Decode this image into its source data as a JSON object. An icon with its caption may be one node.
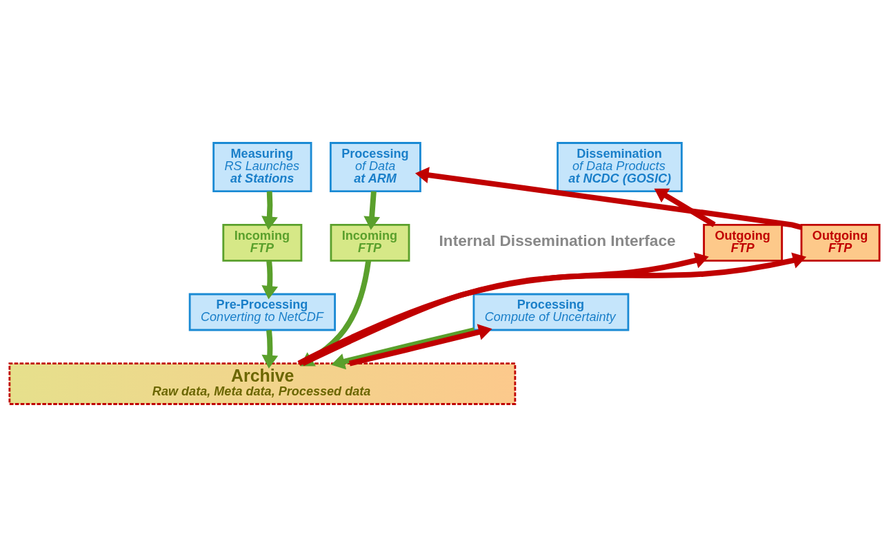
{
  "diagram": {
    "nodes": [
      {
        "text": [
          "Measuring",
          "RS Launches",
          "at Stations"
        ]
      },
      {
        "text": [
          "Processing",
          "of Data",
          "at ARM"
        ]
      },
      {
        "text": [
          "Dissemination",
          "of Data Products",
          "at NCDC (GOSIC)"
        ]
      },
      {
        "text": [
          "Incoming",
          "FTP"
        ]
      },
      {
        "text": [
          "Outgoing",
          "FTP"
        ]
      },
      {
        "text": [
          "Incoming",
          "FTP"
        ]
      },
      {
        "text": [
          "Outgoing",
          "FTP"
        ]
      },
      {
        "text": [
          "Pre-Processing",
          "Converting to NetCDF"
        ]
      },
      {
        "text": [
          "Processing",
          "Compute of Uncertainty"
        ]
      },
      {
        "text": [
          "Archive",
          "Raw data, Meta data, Processed data"
        ]
      }
    ],
    "edges": [
      {
        "from": 0,
        "to": 3,
        "arrow": "to"
      },
      {
        "from": 3,
        "to": 7,
        "arrow": "to"
      },
      {
        "from": 7,
        "to": 9,
        "arrow": "to"
      },
      {
        "from": 9,
        "to": 4,
        "arrow": "to",
        "color": "#c00000"
      },
      {
        "from": 4,
        "to": 1,
        "arrow": "to",
        "color": "#c00000"
      },
      {
        "from": 1,
        "to": 5,
        "arrow": "to"
      },
      {
        "from": 5,
        "to": 9,
        "arrow": "to"
      },
      {
        "from": 9,
        "to": 8,
        "arrow": "to",
        "color": "#c00000"
      },
      {
        "from": 8,
        "to": 9,
        "arrow": "to"
      },
      {
        "from": 9,
        "to": 6,
        "arrow": "to",
        "color": "#c00000"
      },
      {
        "from": 6,
        "to": 2,
        "arrow": "to",
        "color": "#c00000"
      }
    ],
    "labels": [
      "Internal Dissemination Interface"
    ]
  }
}
